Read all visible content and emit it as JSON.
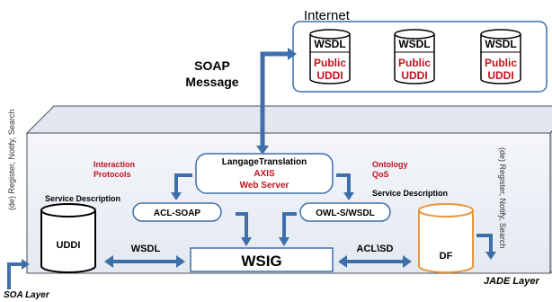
{
  "internet": {
    "title": "Internet",
    "registries": [
      {
        "top": "WSDL",
        "line1": "Public",
        "line2": "UDDI"
      },
      {
        "top": "WSDL",
        "line1": "Public",
        "line2": "UDDI"
      },
      {
        "top": "WSDL",
        "line1": "Public",
        "line2": "UDDI"
      }
    ]
  },
  "soap": {
    "line1": "SOAP",
    "line2": "Message"
  },
  "core": {
    "line1": "LangageTranslation",
    "line2": "AXIS",
    "line3": "Web Server"
  },
  "interaction": {
    "line1": "Interaction",
    "line2": "Protocols"
  },
  "ontology": {
    "line1": "Ontology",
    "line2": "QoS"
  },
  "service_desc_left": "Service Description",
  "service_desc_right": "Service Description",
  "acl_soap": "ACL-SOAP",
  "owl_wsdl": "OWL-S/WSDL",
  "wsig": "WSIG",
  "uddi": "UDDI",
  "df": "DF",
  "wsdl_label": "WSDL",
  "aclsd_label": "ACL\\SD",
  "left_side_text": "(de) Register, Notify, Search",
  "right_side_text": "(de) Register, Notify, Search",
  "soa_layer": "SOA Layer",
  "jade_layer": "JADE Layer",
  "colors": {
    "accent_blue": "#3f6fa8",
    "red_text": "#c0141c",
    "df_orange": "#e8963a",
    "box_front": "#eef2f8",
    "box_top": "#dfe5ee",
    "box_side": "#b9bec7"
  }
}
